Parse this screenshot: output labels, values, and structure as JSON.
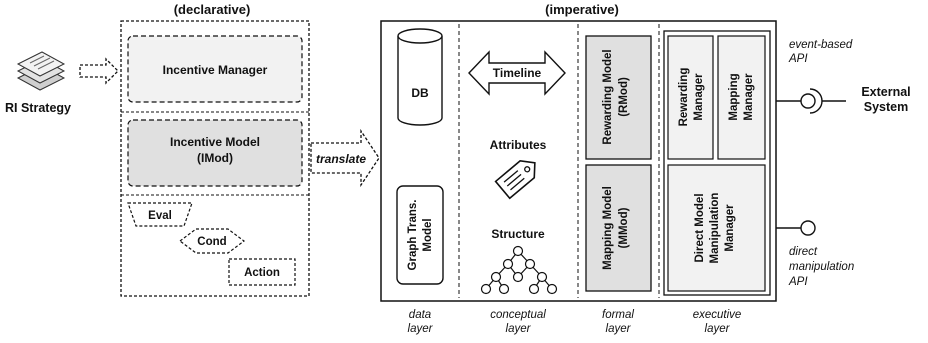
{
  "headers": {
    "declarative": "(declarative)",
    "imperative": "(imperative)"
  },
  "ri_strategy": "RI Strategy",
  "declarative": {
    "incentive_manager": "Incentive Manager",
    "incentive_model_line1": "Incentive Model",
    "incentive_model_line2": "(IMod)",
    "eval": "Eval",
    "cond": "Cond",
    "action": "Action"
  },
  "translate": "translate",
  "data_layer": {
    "db": "DB",
    "graph_line1": "Graph Trans.",
    "graph_line2": "Model"
  },
  "conceptual_layer": {
    "timeline": "Timeline",
    "attributes": "Attributes",
    "structure": "Structure"
  },
  "formal_layer": {
    "rmod_line1": "Rewarding Model",
    "rmod_line2": "(RMod)",
    "mmod_line1": "Mapping Model",
    "mmod_line2": "(MMod)"
  },
  "executive_layer": {
    "rew_line1": "Rewarding",
    "rew_line2": "Manager",
    "map_line1": "Mapping",
    "map_line2": "Manager",
    "dmm_line1": "Direct Model",
    "dmm_line2": "Manipulation",
    "dmm_line3": "Manager"
  },
  "interfaces": {
    "event_line1": "event-based",
    "event_line2": "API",
    "direct_line1": "direct",
    "direct_line2": "manipulation",
    "direct_line3": "API",
    "ext_line1": "External",
    "ext_line2": "System"
  },
  "layers": {
    "data_1": "data",
    "data_2": "layer",
    "conceptual_1": "conceptual",
    "conceptual_2": "layer",
    "formal_1": "formal",
    "formal_2": "layer",
    "executive_1": "executive",
    "executive_2": "layer"
  },
  "colors": {
    "stroke": "#111111",
    "light_fill": "#f2f2f2",
    "gray_fill": "#e0e0e0",
    "white": "#ffffff"
  }
}
